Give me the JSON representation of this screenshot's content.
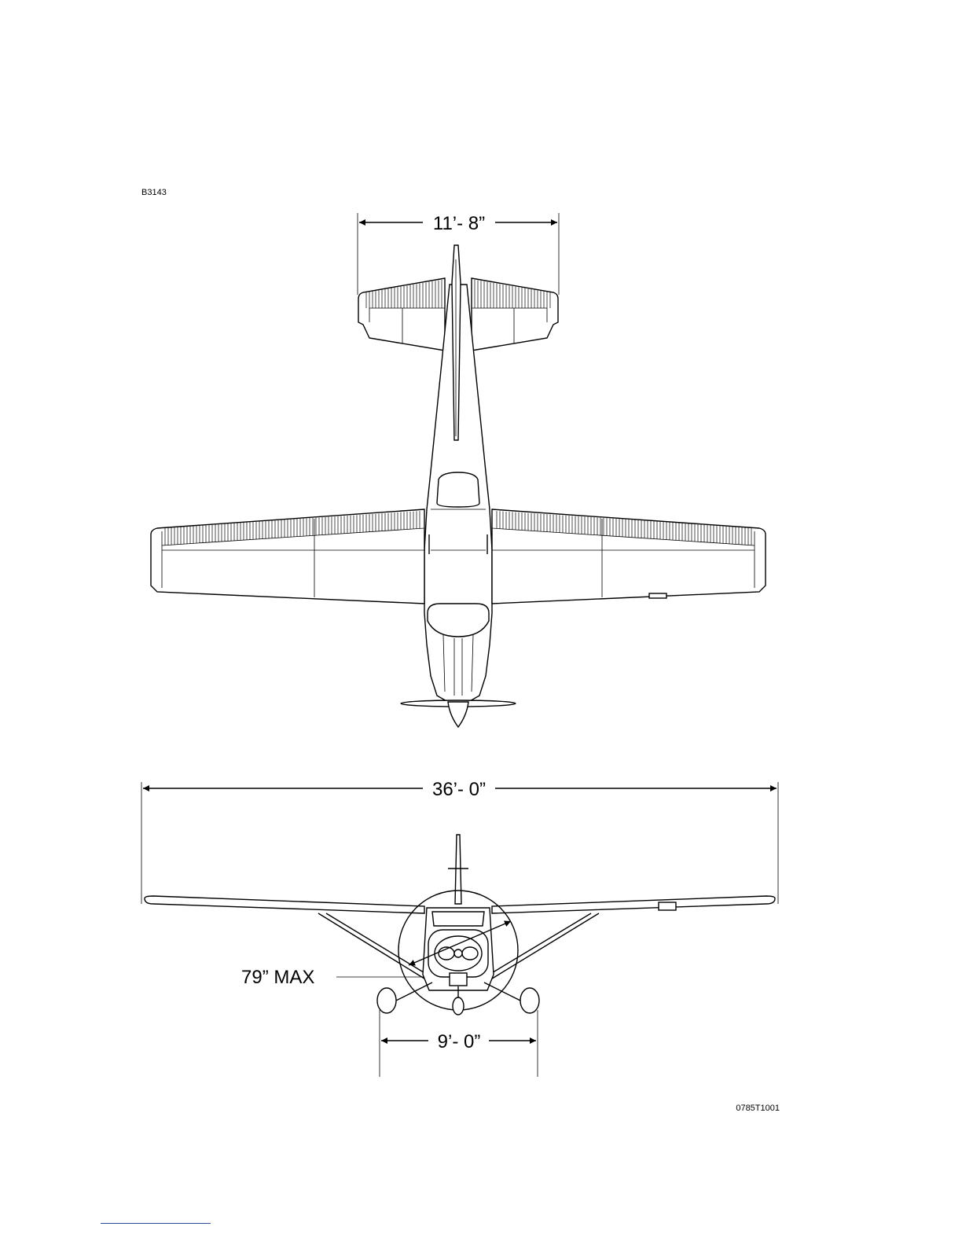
{
  "labels": {
    "figure_code": "B3143",
    "drawing_number": "0785T1001"
  },
  "dimensions": {
    "horizontal_tail_span": "11’- 8”",
    "wing_span": "36’- 0”",
    "propeller_diameter": "79” MAX",
    "main_gear_track": "9’- 0”"
  },
  "colors": {
    "line": "#000000",
    "background": "#ffffff",
    "footer_rule": "#2b4a9b"
  }
}
